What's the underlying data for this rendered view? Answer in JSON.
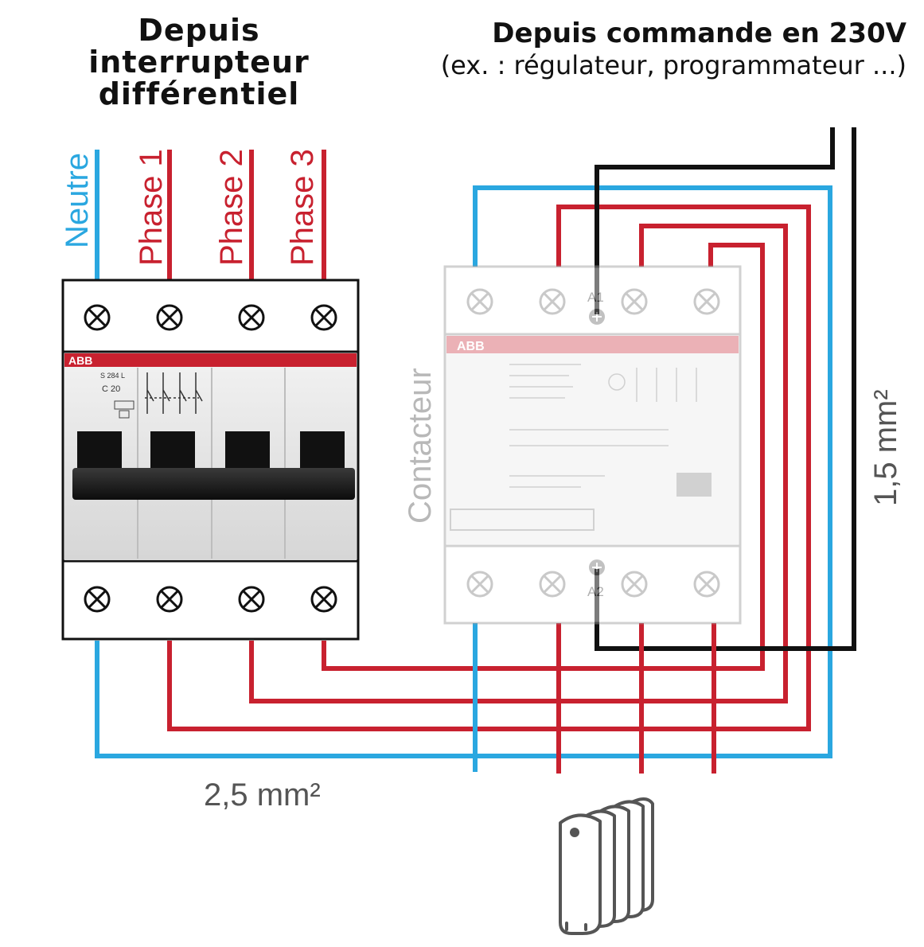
{
  "titles": {
    "left_line1": "Depuis",
    "left_line2": "interrupteur",
    "left_line3": "différentiel",
    "right_line1": "Depuis commande en 230V",
    "right_line2": "(ex. : régulateur, programmateur ...)"
  },
  "wires": {
    "neutre": "Neutre",
    "phase1": "Phase 1",
    "phase2": "Phase 2",
    "phase3": "Phase 3"
  },
  "breaker": {
    "brand": "ABB",
    "model": "S 284 L",
    "rating": "C 20"
  },
  "contactor": {
    "label": "Contacteur",
    "brand": "ABB",
    "a1": "A1",
    "a2": "A2"
  },
  "sections": {
    "power": "2,5 mm²",
    "command": "1,5 mm²"
  },
  "colors": {
    "neutral": "#2aa7e0",
    "phase": "#c8212f",
    "command": "#111111",
    "contactor_text": "#b8b8b8",
    "section_text": "#555555"
  }
}
